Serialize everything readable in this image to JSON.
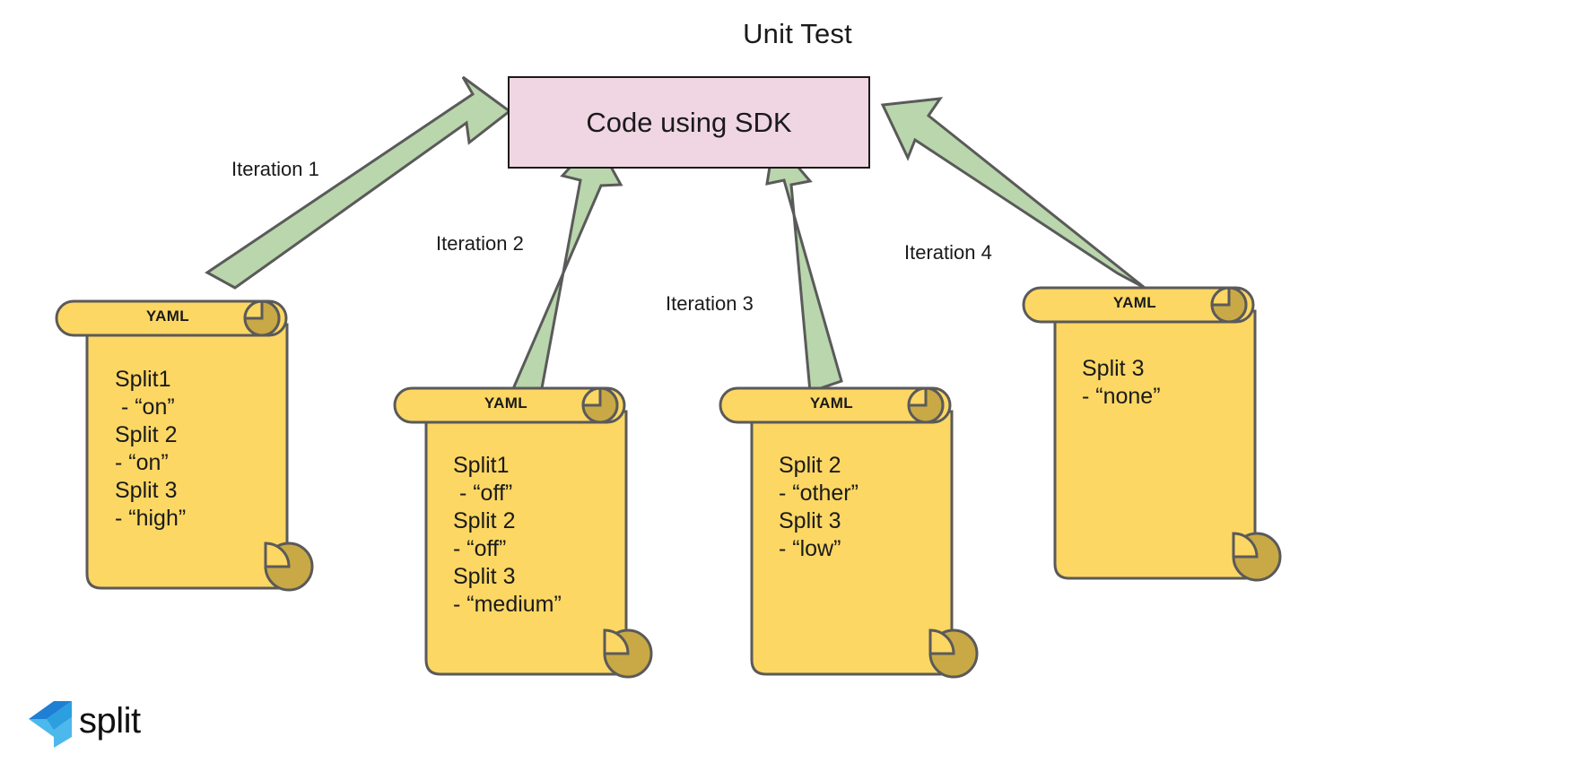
{
  "title": "Unit Test",
  "central_box": {
    "label": "Code using SDK",
    "fill": "#efd6e2",
    "stroke": "#1a1a1a"
  },
  "arrow_style": {
    "fill": "#b9d6ac",
    "stroke": "#5a5a5a"
  },
  "arrows": [
    {
      "name": "iteration-1-arrow",
      "label": "Iteration 1"
    },
    {
      "name": "iteration-2-arrow",
      "label": "Iteration 2"
    },
    {
      "name": "iteration-3-arrow",
      "label": "Iteration 3"
    },
    {
      "name": "iteration-4-arrow",
      "label": "Iteration 4"
    }
  ],
  "documents": [
    {
      "id": "yaml-doc-1",
      "header": "YAML",
      "fill": "#fcd764",
      "curl_fill": "#c9a945",
      "stroke": "#5a5a5a",
      "lines": [
        "Split1",
        " - “on”",
        "Split 2",
        "- “on”",
        "Split 3",
        "- “high”"
      ],
      "text": "Split1\n - “on”\nSplit 2\n- “on”\nSplit 3\n- “high”"
    },
    {
      "id": "yaml-doc-2",
      "header": "YAML",
      "fill": "#fcd764",
      "curl_fill": "#c9a945",
      "stroke": "#5a5a5a",
      "lines": [
        "Split1",
        " - “off”",
        "Split 2",
        "- “off”",
        "Split 3",
        "- “medium”"
      ],
      "text": "Split1\n - “off”\nSplit 2\n- “off”\nSplit 3\n- “medium”"
    },
    {
      "id": "yaml-doc-3",
      "header": "YAML",
      "fill": "#fcd764",
      "curl_fill": "#c9a945",
      "stroke": "#5a5a5a",
      "lines": [
        "Split 2",
        "- “other”",
        "Split 3",
        "- “low”"
      ],
      "text": "Split 2\n- “other”\nSplit 3\n- “low”"
    },
    {
      "id": "yaml-doc-4",
      "header": "YAML",
      "fill": "#fcd764",
      "curl_fill": "#c9a945",
      "stroke": "#5a5a5a",
      "lines": [
        "Split 3",
        "- “none”"
      ],
      "text": "Split 3\n- “none”"
    }
  ],
  "logo": {
    "wordmark": "split",
    "mark_colors": [
      "#1f7fd4",
      "#4db8ec",
      "#2b9fe0"
    ]
  }
}
